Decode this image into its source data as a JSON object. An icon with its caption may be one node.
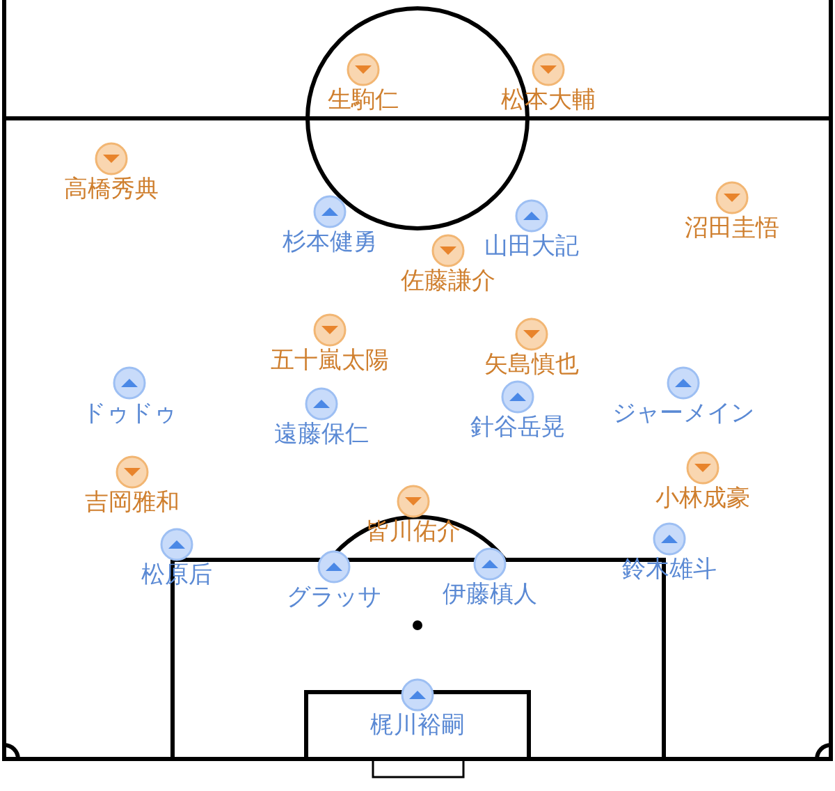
{
  "diagram": {
    "nodes": [
      {
        "text": [
          "生駒仁"
        ]
      },
      {
        "text": [
          "松本大輔"
        ]
      },
      {
        "text": [
          "高橋秀典"
        ]
      },
      {
        "text": [
          "沼田圭悟"
        ]
      },
      {
        "text": [
          "杉本健勇"
        ]
      },
      {
        "text": [
          "山田大記"
        ]
      },
      {
        "text": [
          "佐藤謙介"
        ]
      },
      {
        "text": [
          "五十嵐太陽"
        ]
      },
      {
        "text": [
          "矢島慎也"
        ]
      },
      {
        "text": [
          "ドゥドゥ"
        ]
      },
      {
        "text": [
          "ジャーメイン"
        ]
      },
      {
        "text": [
          "針谷岳晃"
        ]
      },
      {
        "text": [
          "遠藤保仁"
        ]
      },
      {
        "text": [
          "小林成豪"
        ]
      },
      {
        "text": [
          "吉岡雅和"
        ]
      },
      {
        "text": [
          "皆川佑介"
        ]
      },
      {
        "text": [
          "鈴木雄斗"
        ]
      },
      {
        "text": [
          "松原后"
        ]
      },
      {
        "text": [
          "伊藤槙人"
        ]
      },
      {
        "text": [
          "グラッサ"
        ]
      },
      {
        "text": [
          "梶川裕嗣"
        ]
      }
    ]
  }
}
